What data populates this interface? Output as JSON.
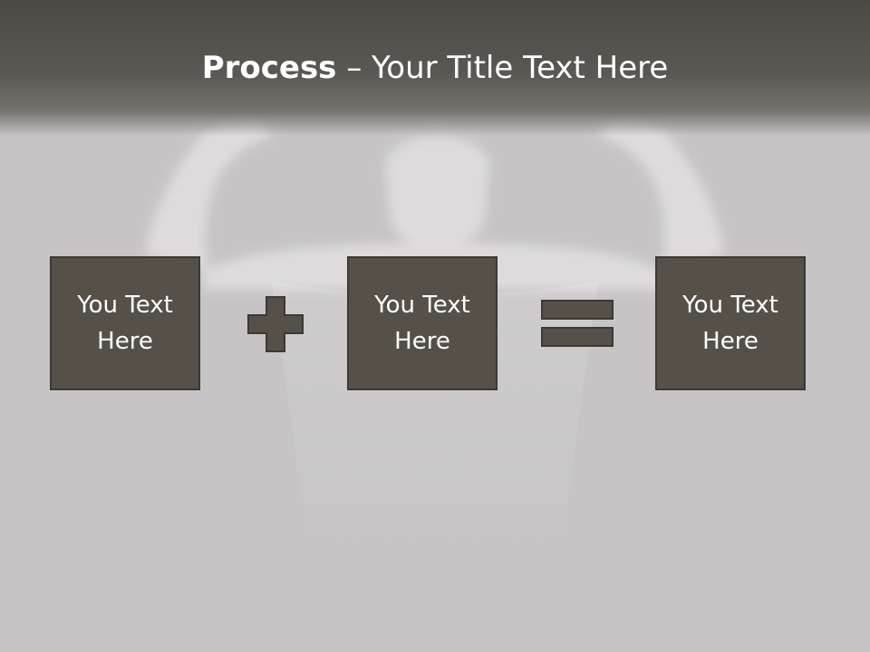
{
  "title": {
    "bold": "Process",
    "rest": " – Your Title Text Here"
  },
  "boxes": [
    {
      "text": "You Text Here"
    },
    {
      "text": "You Text Here"
    },
    {
      "text": "You Text Here"
    }
  ],
  "operators": [
    "plus",
    "equals"
  ],
  "colors": {
    "background": "#c6c4c5",
    "title_bar": "#4c4944",
    "box_fill": "#555149",
    "box_border": "#3b3935",
    "text": "#ffffff"
  }
}
